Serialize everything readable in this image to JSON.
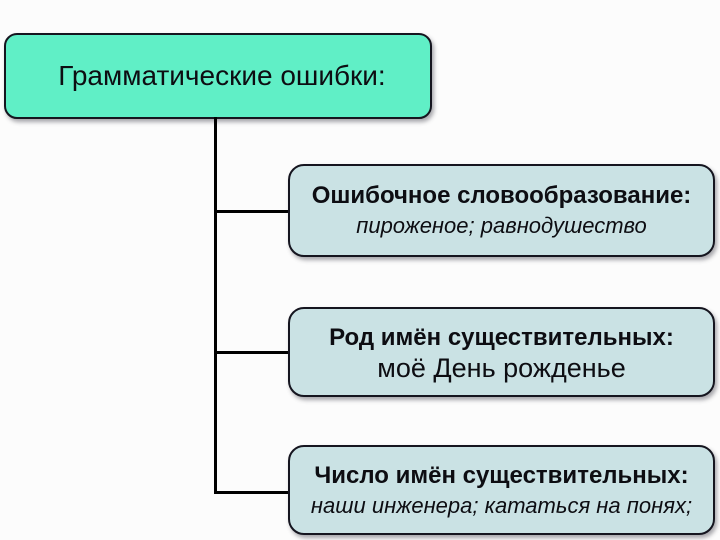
{
  "slide": {
    "background_color": "#fcfcfc",
    "root_node": {
      "label": "Грамматические ошибки:",
      "fill_color": "#60efc6",
      "border_color": "#15151f"
    },
    "branch_nodes": [
      {
        "title": "Ошибочное словообразование:",
        "example": "пироженое; равнодушество",
        "example_class": "node-example italic"
      },
      {
        "title": "Род имён существительных:",
        "example": "моё День рожденье",
        "example_class": "node-example large"
      },
      {
        "title": "Число имён существительных:",
        "example": "наши инженера; кататься на понях;",
        "example_class": "node-example italic"
      }
    ],
    "node_fill_color": "#cae2e4",
    "connector_color": "#000000",
    "text_color": "#0d0d12"
  }
}
